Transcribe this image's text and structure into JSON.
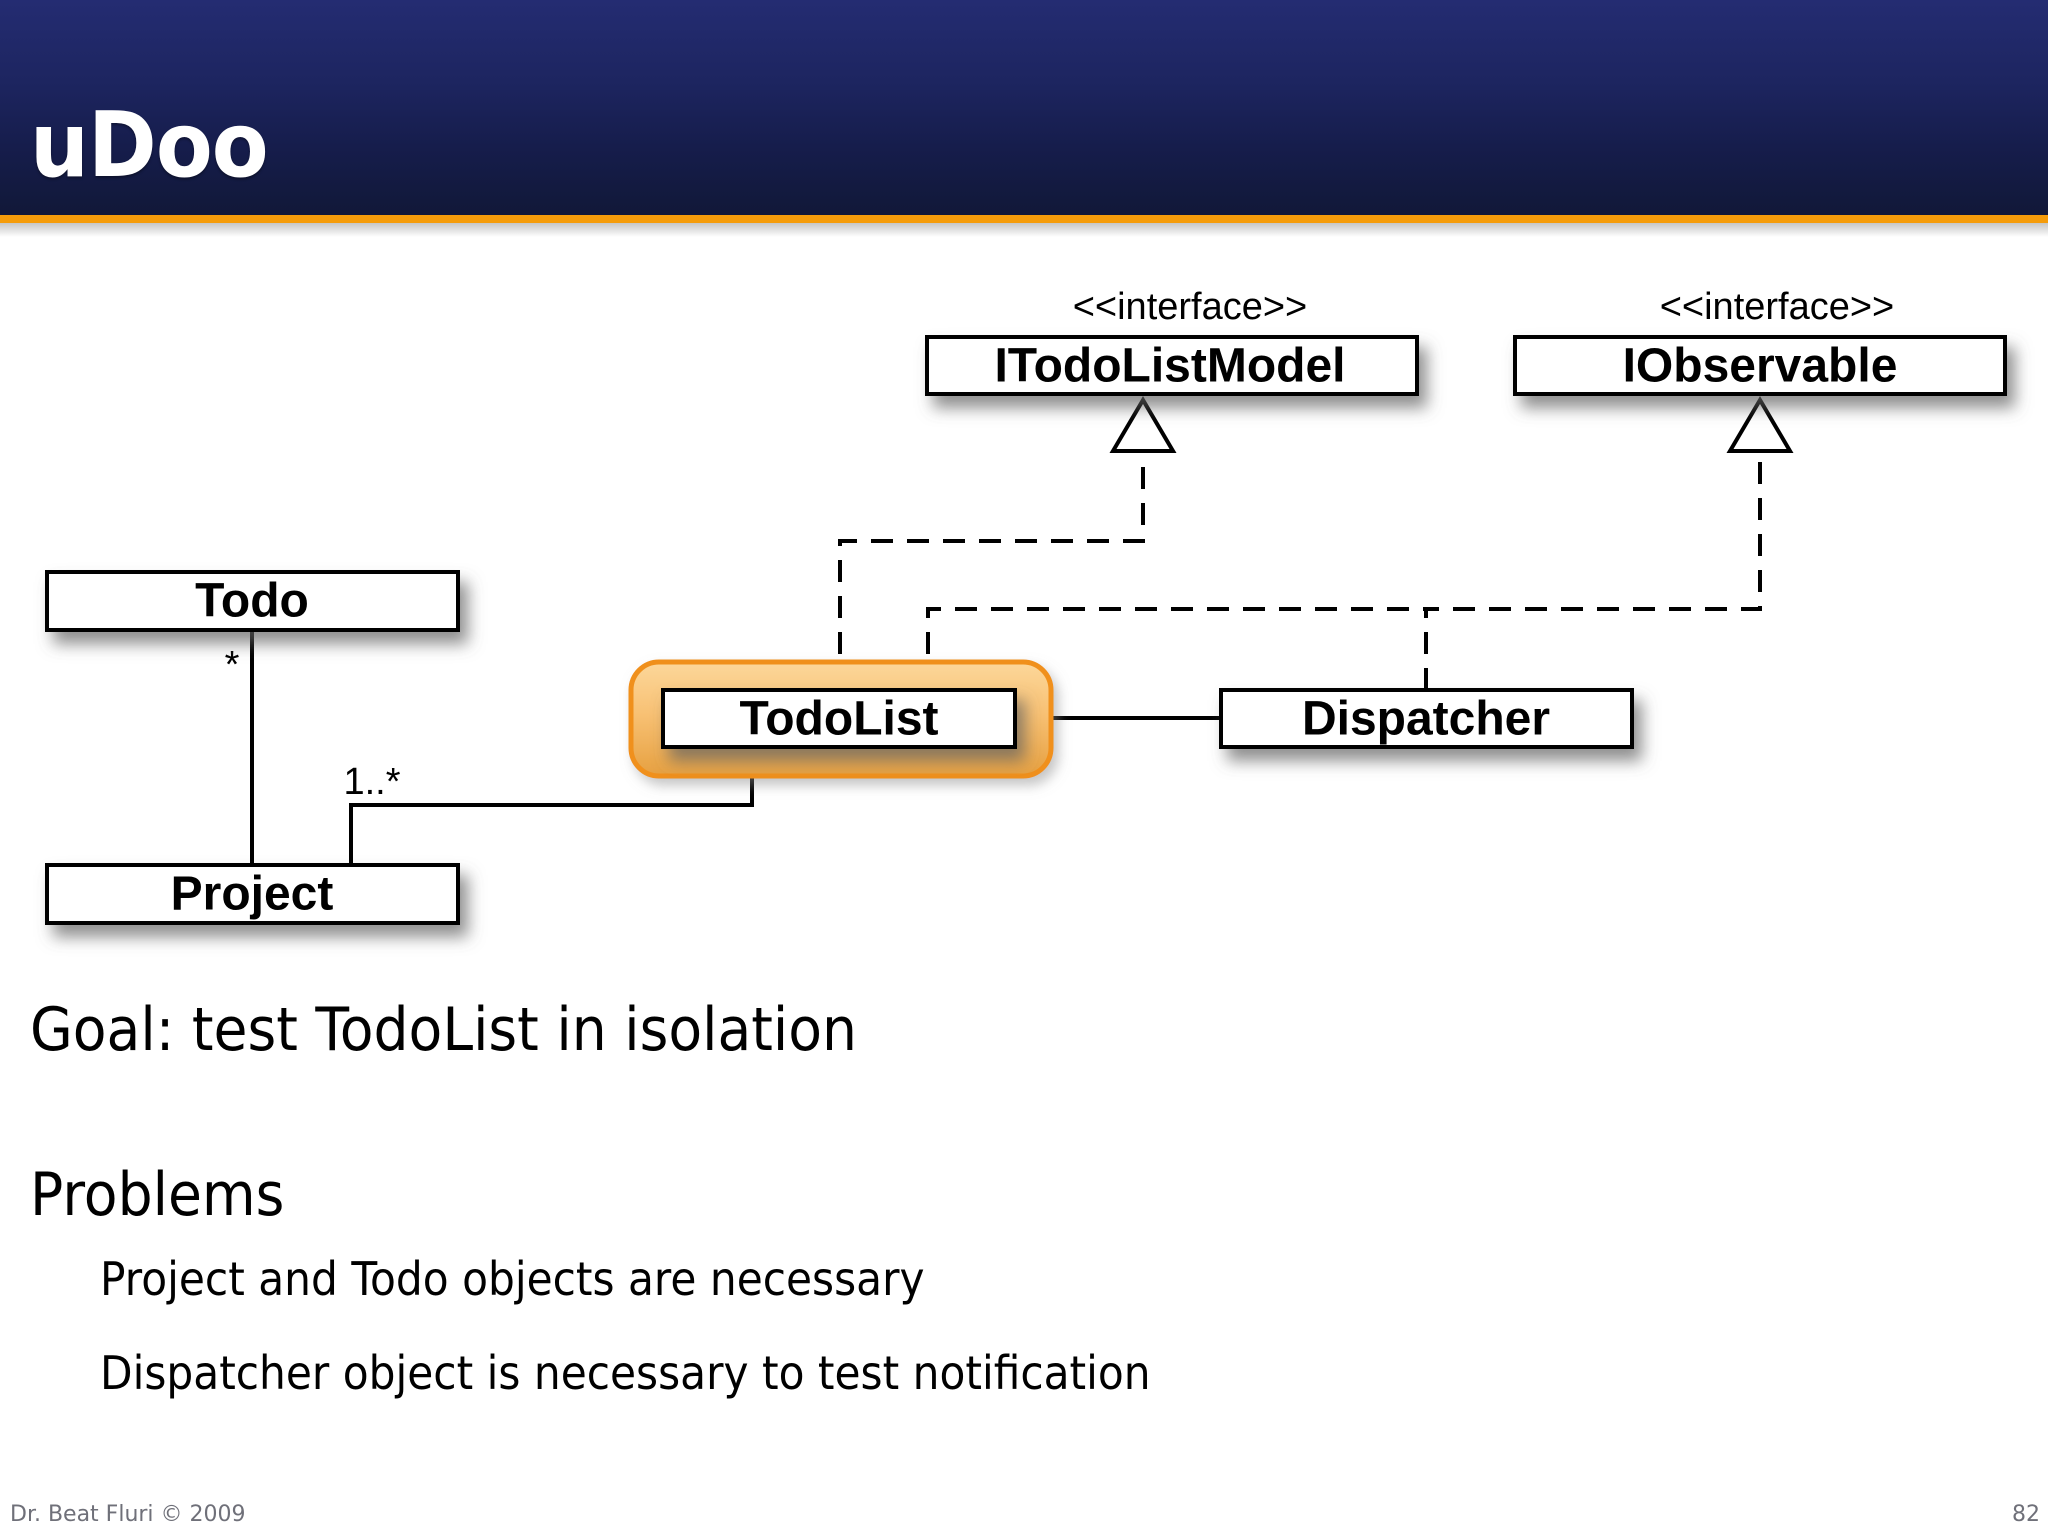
{
  "slide": {
    "header": {
      "title": "uDoo",
      "background_top_color": "#242c72",
      "background_bottom_color": "#111838",
      "accent_rule_color": "#f59c0b"
    },
    "diagram": {
      "highlight_color": "#f0901e",
      "stereotype_text": "<<interface>>",
      "boxes": [
        {
          "id": "itodolistmodel",
          "label": "ITodoListModel",
          "stereotype": "<<interface>>",
          "highlighted": false
        },
        {
          "id": "iobservable",
          "label": "IObservable",
          "stereotype": "<<interface>>",
          "highlighted": false
        },
        {
          "id": "todo",
          "label": "Todo",
          "stereotype": "",
          "highlighted": false
        },
        {
          "id": "project",
          "label": "Project",
          "stereotype": "",
          "highlighted": false
        },
        {
          "id": "todolist",
          "label": "TodoList",
          "stereotype": "",
          "highlighted": true
        },
        {
          "id": "dispatcher",
          "label": "Dispatcher",
          "stereotype": "",
          "highlighted": false
        }
      ],
      "multiplicities": [
        {
          "id": "todo-project",
          "text": "*"
        },
        {
          "id": "project-todolist",
          "text": "1..*"
        }
      ],
      "relationships": [
        {
          "from": "todolist",
          "to": "itodolistmodel",
          "type": "realization"
        },
        {
          "from": "todolist",
          "to": "iobservable",
          "type": "realization"
        },
        {
          "from": "dispatcher",
          "to": "iobservable",
          "type": "realization"
        },
        {
          "from": "todo",
          "to": "project",
          "type": "association"
        },
        {
          "from": "project",
          "to": "todolist",
          "type": "association"
        },
        {
          "from": "todolist",
          "to": "dispatcher",
          "type": "association"
        }
      ]
    },
    "body": {
      "goal": "Goal: test TodoList in isolation",
      "problems_heading": "Problems",
      "problems": [
        "Project and Todo objects are necessary",
        "Dispatcher object is necessary to test notification"
      ]
    },
    "footer": {
      "author": "Dr. Beat Fluri © 2009",
      "page_number": "82"
    }
  }
}
